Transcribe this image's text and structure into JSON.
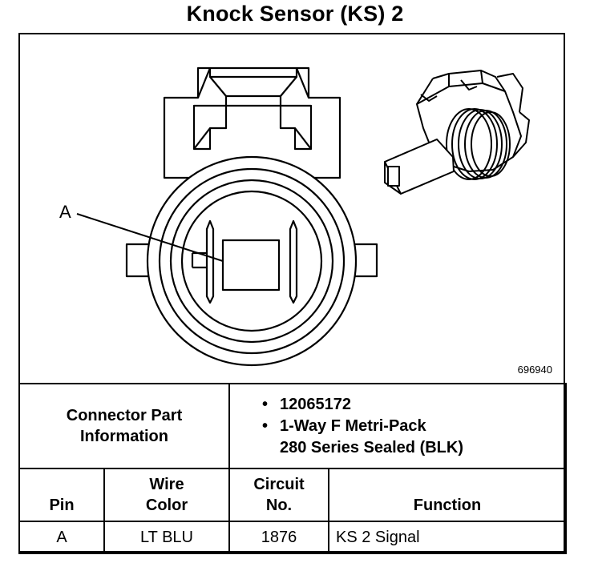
{
  "title": "Knock Sensor (KS) 2",
  "figure": {
    "callout_label": "A",
    "figure_number": "696940"
  },
  "connector_part_information": {
    "label_line1": "Connector Part",
    "label_line2": "Information",
    "items": [
      {
        "bullet": "•",
        "line1": "12065172",
        "line2": ""
      },
      {
        "bullet": "•",
        "line1": "1-Way F Metri-Pack",
        "line2": "280 Series Sealed (BLK)"
      }
    ]
  },
  "pin_table": {
    "headers": {
      "pin": "Pin",
      "wire_color_line1": "Wire",
      "wire_color_line2": "Color",
      "circuit_line1": "Circuit",
      "circuit_line2": "No.",
      "function": "Function"
    },
    "rows": [
      {
        "pin": "A",
        "wire_color": "LT BLU",
        "circuit": "1876",
        "function": "KS 2 Signal"
      }
    ]
  }
}
